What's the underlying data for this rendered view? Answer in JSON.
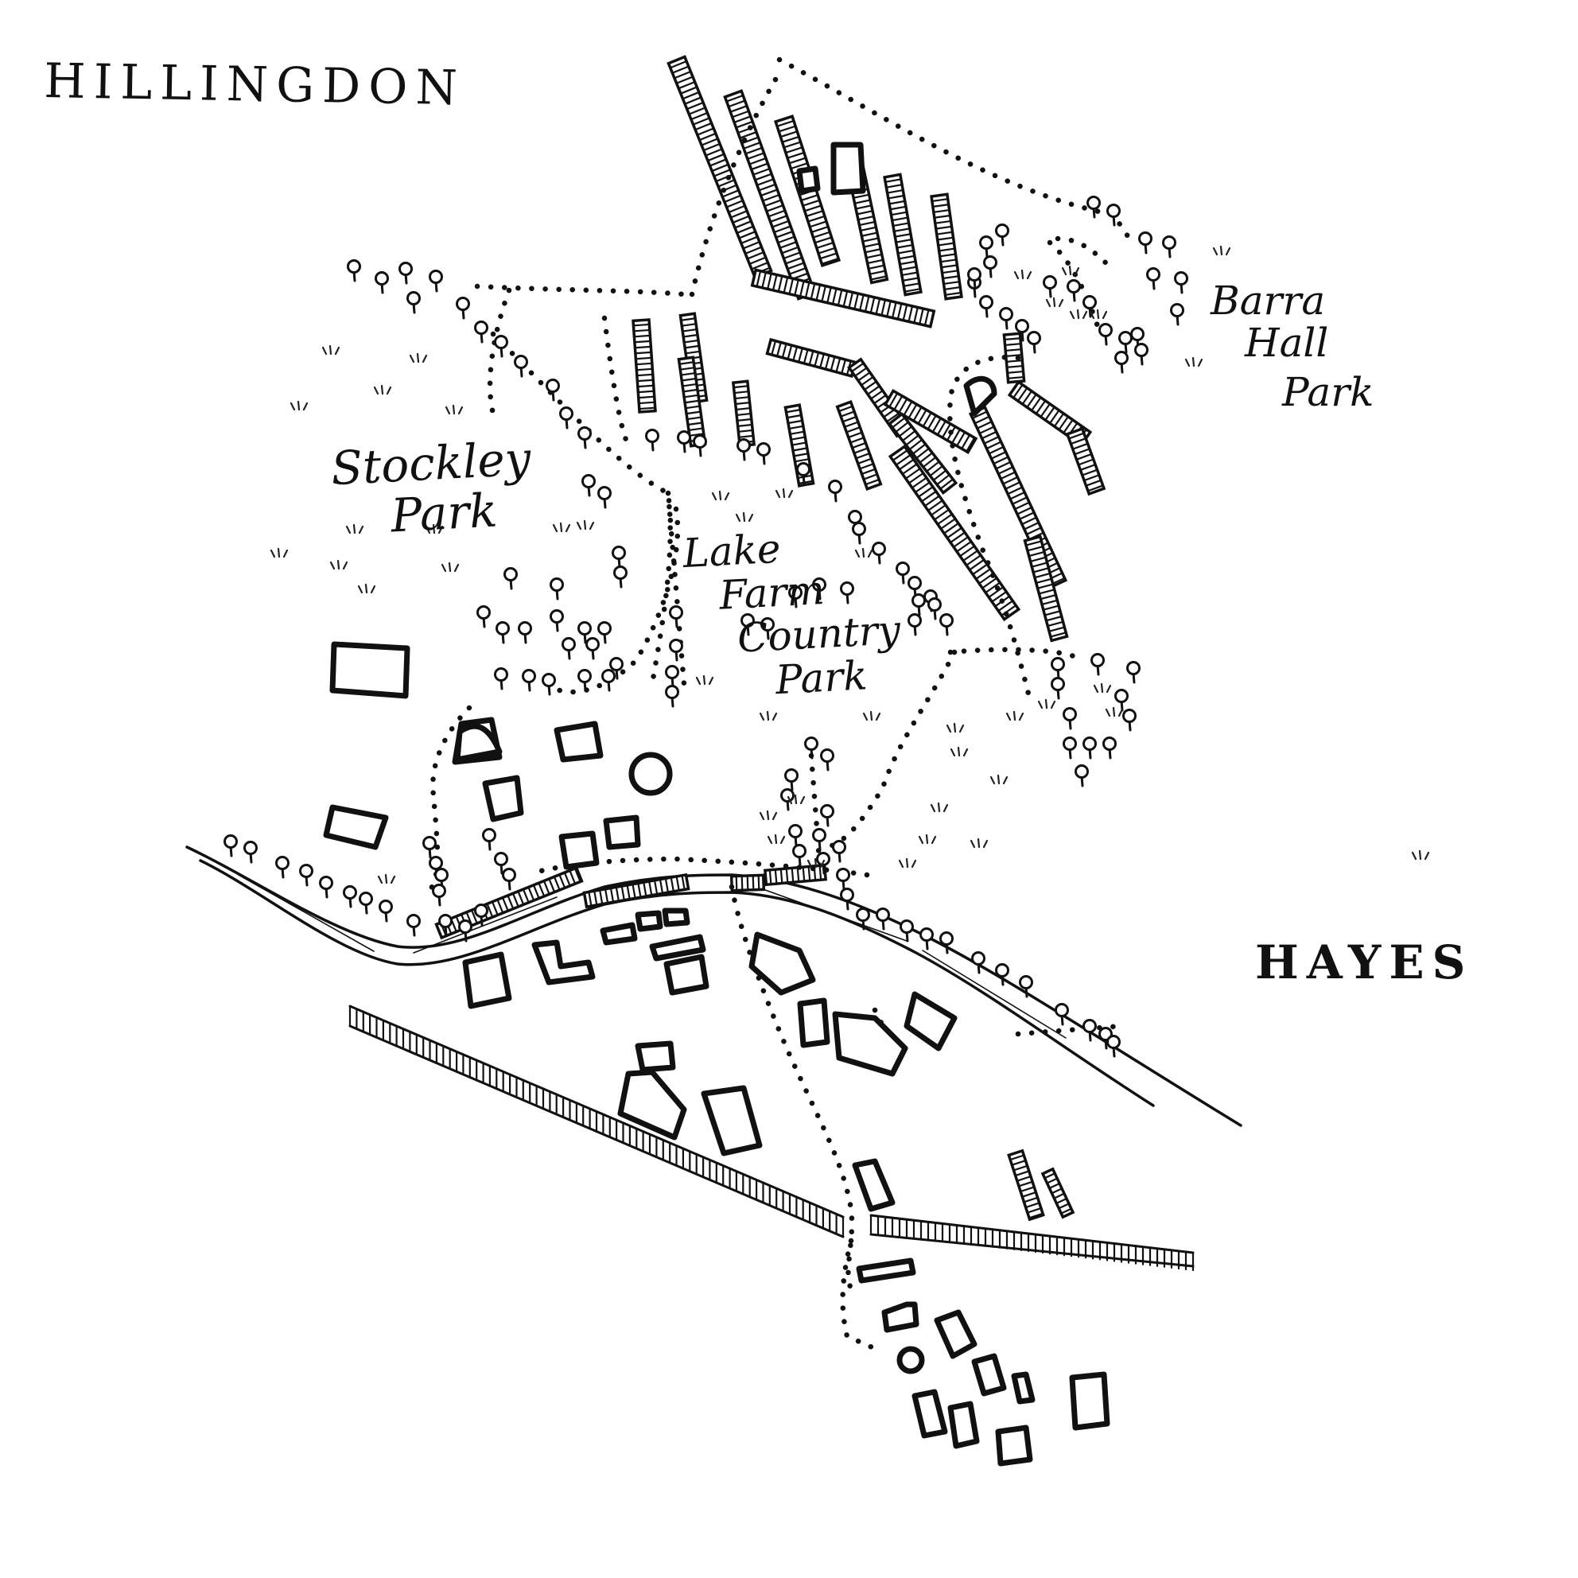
{
  "map": {
    "labels": {
      "hillingdon": "HILLINGDON",
      "hayes": "HAYES",
      "stockley_park": [
        "Stockley",
        "Park"
      ],
      "lake_farm": [
        "Lake",
        "Farm",
        "Country",
        "Park"
      ],
      "barra_hall": [
        "Barra",
        "Hall",
        "Park"
      ]
    },
    "icons": {
      "tree": "tree-icon",
      "grass": "grass-tuft-icon",
      "building": "building-icon"
    },
    "colors": {
      "ink": "#111111",
      "paper": "#ffffff"
    }
  }
}
